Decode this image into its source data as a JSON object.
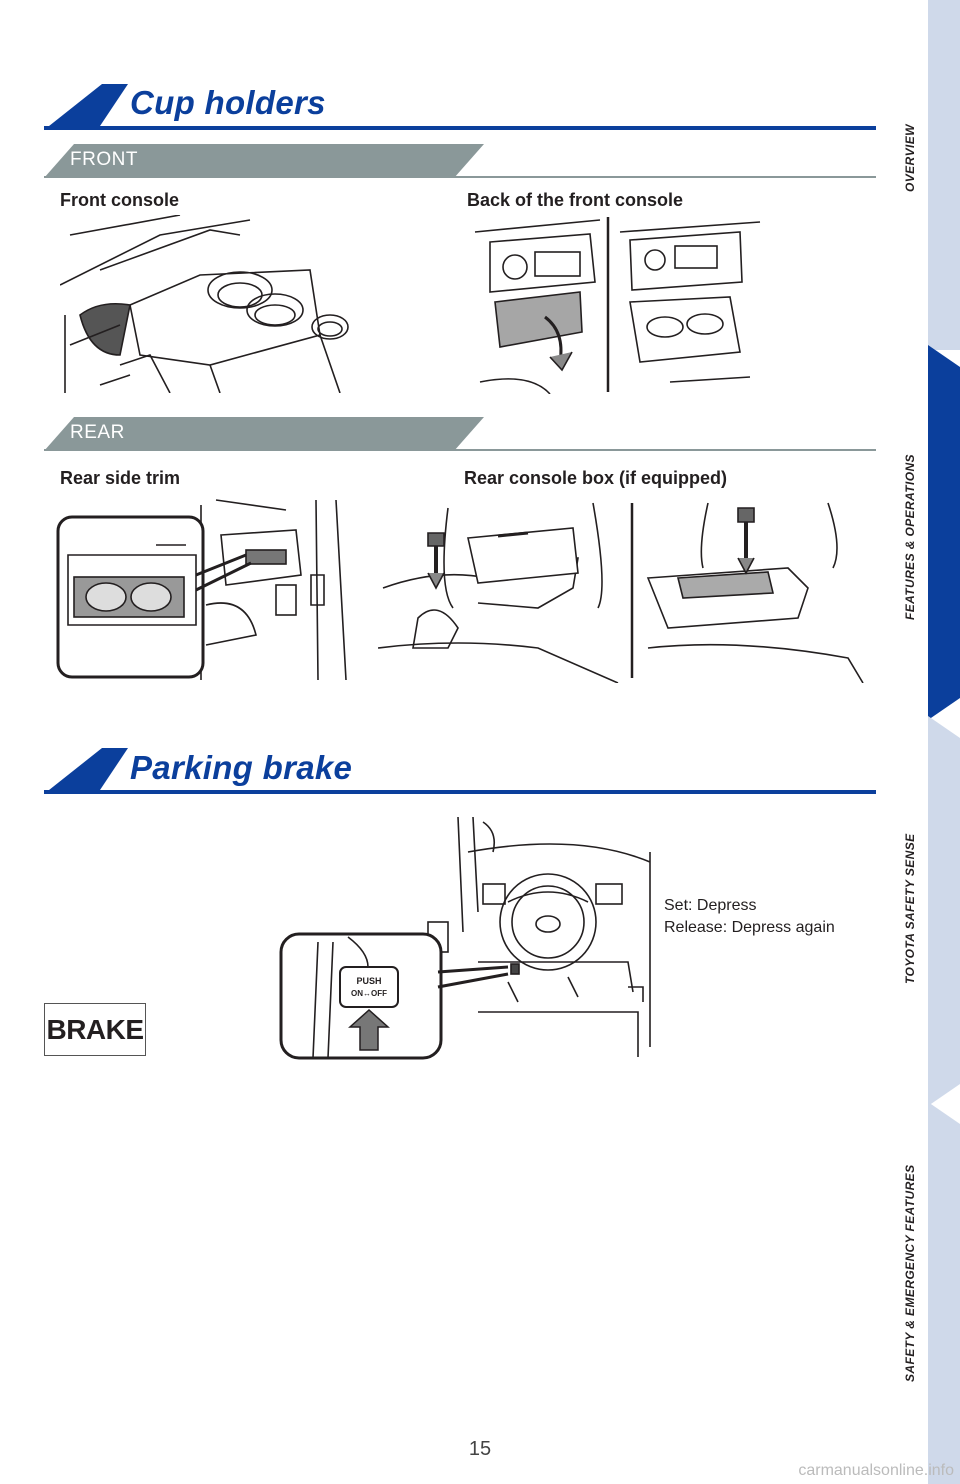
{
  "sections": {
    "cup_holders": {
      "title": "Cup holders",
      "front": {
        "label": "FRONT",
        "captions": [
          "Front console",
          "Back of the front console"
        ]
      },
      "rear": {
        "label": "REAR",
        "captions": [
          "Rear side trim",
          "Rear console box (if equipped)"
        ]
      }
    },
    "parking_brake": {
      "title": "Parking brake",
      "instructions": [
        "Set: Depress",
        "Release: Depress again"
      ],
      "button_text": [
        "PUSH",
        "ON↔OFF"
      ],
      "indicator": "BRAKE"
    }
  },
  "side_nav": {
    "items": [
      {
        "label": "OVERVIEW",
        "active": false
      },
      {
        "label": "FEATURES & OPERATIONS",
        "active": true
      },
      {
        "label": "TOYOTA SAFETY SENSE",
        "active": false
      },
      {
        "label": "SAFETY & EMERGENCY FEATURES",
        "active": false
      }
    ]
  },
  "footer": {
    "page_number": "15",
    "watermark": "carmanualsonline.info"
  },
  "colors": {
    "brand_blue": "#0b3f9c",
    "gray_bar": "#8a9899",
    "nav_inactive": "#cfd9ea",
    "nav_active": "#0b3f9c"
  }
}
